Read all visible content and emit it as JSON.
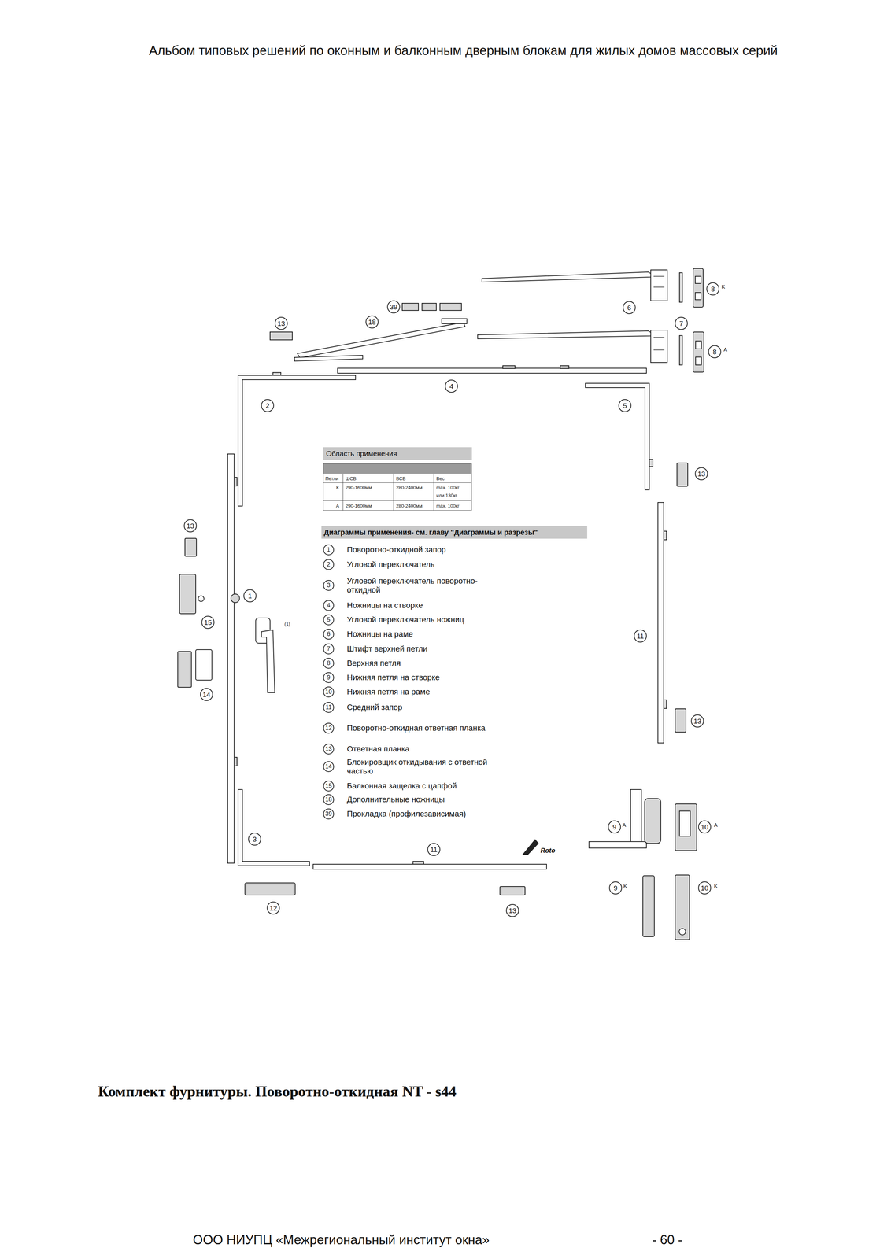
{
  "diagram": {
    "title": "Альбом типовых решений по оконным и балконным дверным блокам для жилых домов массовых серий",
    "caption": "Комплект фурнитуры. Поворотно-откидная NT - s44",
    "labels": [
      "13",
      "39",
      "18",
      "6",
      "8",
      "K",
      "7",
      "8",
      "A",
      "4",
      "2",
      "5",
      "13",
      "Область применения",
      "Петли",
      "ШСВ",
      "ВСВ",
      "Вес",
      "К",
      "290-1600мм",
      "280-2400мм",
      "max. 100кг",
      "или 130кг",
      "А",
      "290-1600мм",
      "280-2400мм",
      "max. 100кг",
      "13",
      "Диаграммы применения- см. главу \"Диаграммы и разрезы\"",
      "1",
      "Поворотно-откидной запор",
      "2",
      "Угловой переключатель",
      "3",
      "Угловой переключатель поворотно-откидной",
      "4",
      "Ножницы на створке",
      "5",
      "Угловой переключатель ножниц",
      "6",
      "Ножницы на раме",
      "7",
      "Штифт верхней петли",
      "8",
      "Верхняя петля",
      "9",
      "Нижняя петля на створке",
      "10",
      "Нижняя петля на раме",
      "11",
      "Средний запор",
      "12",
      "Поворотно-откидная ответная планка",
      "13",
      "Ответная планка",
      "14",
      "Блокировщик откидывания с ответной частью",
      "15",
      "Балконная защелка с цапфой",
      "18",
      "Дополнительные ножницы",
      "39",
      "Прокладка (профилезависимая)",
      "1",
      "15",
      "(1)",
      "11",
      "14",
      "13",
      "9",
      "A",
      "10",
      "A",
      "3",
      "11",
      "Roto",
      "9",
      "K",
      "10",
      "K",
      "12",
      "13",
      "ООО НИУПЦ «Межрегиональный институт окна»",
      "- 60 -"
    ]
  }
}
